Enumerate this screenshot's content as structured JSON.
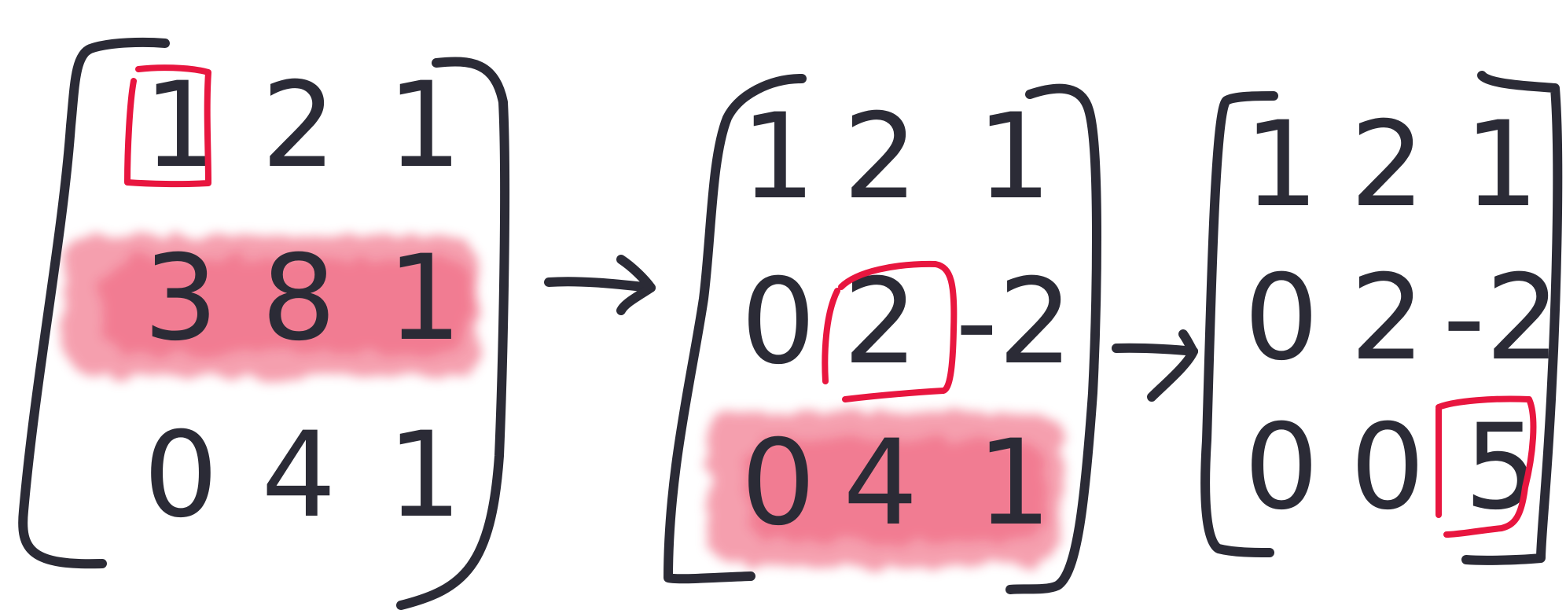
{
  "colors": {
    "ink": "#2b2b36",
    "pivot_box": "#e8163f",
    "row_highlight": "#ef6079"
  },
  "matrices": [
    {
      "rows": [
        [
          "1",
          "2",
          "1"
        ],
        [
          "3",
          "8",
          "1"
        ],
        [
          "0",
          "4",
          "1"
        ]
      ],
      "pivot": "1",
      "highlighted_row": [
        "3",
        "8",
        "1"
      ]
    },
    {
      "rows": [
        [
          "1",
          "2",
          "1"
        ],
        [
          "0",
          "2",
          "-2"
        ],
        [
          "0",
          "4",
          "1"
        ]
      ],
      "pivot": "2",
      "highlighted_row": [
        "0",
        "4",
        "1"
      ]
    },
    {
      "rows": [
        [
          "1",
          "2",
          "1"
        ],
        [
          "0",
          "2",
          "-2"
        ],
        [
          "0",
          "0",
          "5"
        ]
      ],
      "pivot": "5",
      "highlighted_row": []
    }
  ],
  "arrows": [
    "right-arrow-icon",
    "right-arrow-icon"
  ]
}
